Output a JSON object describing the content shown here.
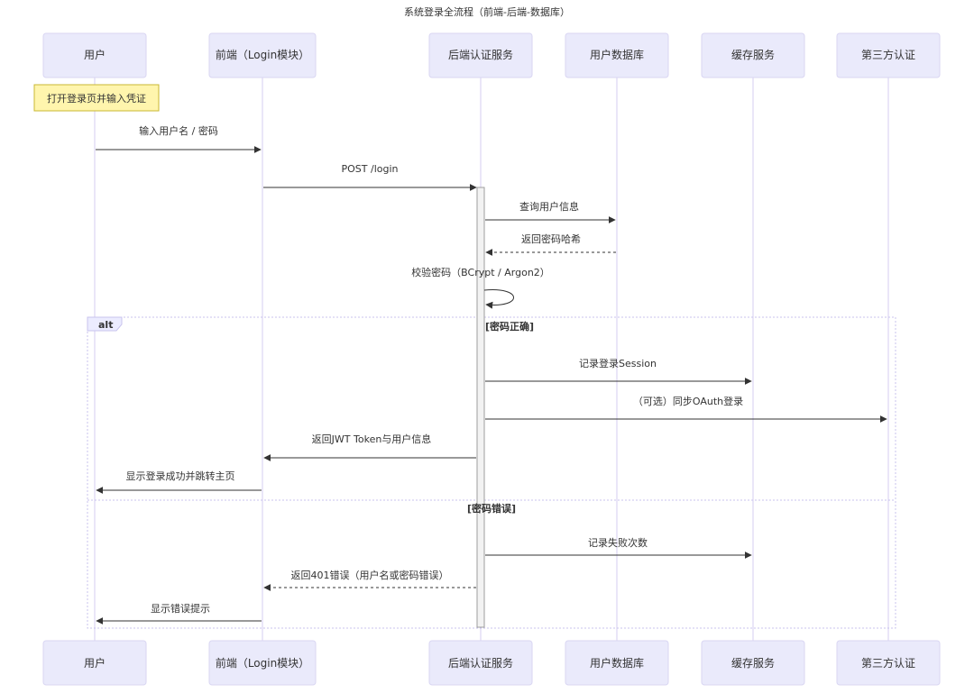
{
  "title": "系统登录全流程（前端-后端-数据库）",
  "colors": {
    "actor_fill": "#eaeafb",
    "actor_stroke": "#d9d6f2",
    "lifeline": "#d4cdf2",
    "message_line": "#333333",
    "note_fill": "#fff5ad",
    "note_stroke": "#c9b833",
    "activation_fill": "#f2f2f2",
    "activation_stroke": "#9e9e9e",
    "alt_border": "#c8c3ee",
    "alt_label_fill": "#ececff"
  },
  "participants": [
    {
      "id": "user",
      "label": "用户"
    },
    {
      "id": "frontend",
      "label": "前端（Login模块）"
    },
    {
      "id": "backend",
      "label": "后端认证服务"
    },
    {
      "id": "userdb",
      "label": "用户数据库"
    },
    {
      "id": "cache",
      "label": "缓存服务"
    },
    {
      "id": "thirdparty",
      "label": "第三方认证"
    }
  ],
  "note": {
    "over": "user",
    "text": "打开登录页并输入凭证"
  },
  "messages": [
    {
      "from": "user",
      "to": "frontend",
      "text": "输入用户名 / 密码",
      "style": "solid"
    },
    {
      "from": "frontend",
      "to": "backend",
      "text": "POST /login",
      "style": "solid"
    },
    {
      "from": "backend",
      "to": "userdb",
      "text": "查询用户信息",
      "style": "solid"
    },
    {
      "from": "userdb",
      "to": "backend",
      "text": "返回密码哈希",
      "style": "dashed"
    },
    {
      "from": "backend",
      "to": "backend",
      "text": "校验密码（BCrypt / Argon2）",
      "style": "self"
    },
    {
      "from": "backend",
      "to": "cache",
      "text": "记录登录Session",
      "style": "solid"
    },
    {
      "from": "backend",
      "to": "thirdparty",
      "text": "（可选）同步OAuth登录",
      "style": "solid"
    },
    {
      "from": "backend",
      "to": "frontend",
      "text": "返回JWT Token与用户信息",
      "style": "solid"
    },
    {
      "from": "frontend",
      "to": "user",
      "text": "显示登录成功并跳转主页",
      "style": "solid"
    },
    {
      "from": "backend",
      "to": "cache",
      "text": "记录失败次数",
      "style": "solid"
    },
    {
      "from": "backend",
      "to": "frontend",
      "text": "返回401错误（用户名或密码错误）",
      "style": "dashed"
    },
    {
      "from": "frontend",
      "to": "user",
      "text": "显示错误提示",
      "style": "solid"
    }
  ],
  "alt_block": {
    "keyword": "alt",
    "branches": [
      {
        "condition": "[密码正确]"
      },
      {
        "condition": "[密码错误]"
      }
    ]
  }
}
